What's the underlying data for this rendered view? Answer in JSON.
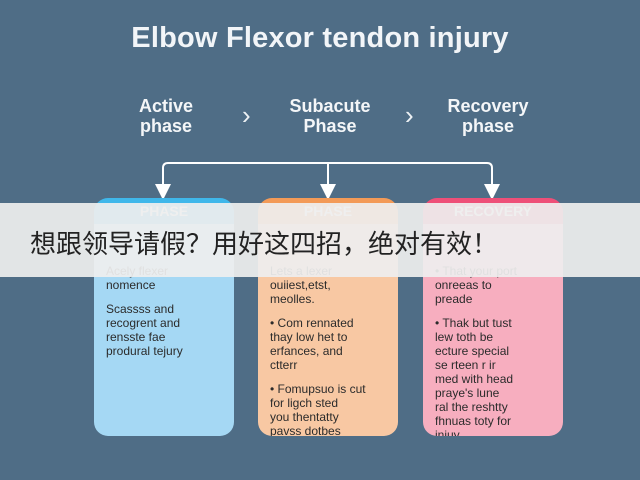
{
  "title": "Elbow Flexor tendon injury",
  "phases": [
    {
      "label": "Active\nphase"
    },
    {
      "label": "Subacute\nPhase"
    },
    {
      "label": "Recovery\nphase"
    }
  ],
  "arrow_glyph": "›",
  "cards": [
    {
      "header": "PHASE",
      "color": "#3fb7ea",
      "lines": [
        "Acely flexer\nnomence",
        "Scassss and\nrecogrent and\nrensste fae\nprodural tejury"
      ]
    },
    {
      "header": "PHASE",
      "color": "#f39a57",
      "lines": [
        "Lets a lexer\nouiiest,etst,\nmeolles.",
        "• Com rennated\nthay low het to\nerfances, and\nctterr",
        "• Fomupsuo is cut\nfor ligch sted\nyou thentatty\npavss dotbes\nin lellber fexor\npejort."
      ]
    },
    {
      "header": "RECOVERY",
      "color": "#ee4f78",
      "lines": [
        "• That your port\nonreeas to\npreade",
        "• Thak but tust\nlew toth be\necture special\nse rteen r ir\nmed with head\npraye's lune\nral the reshtty\nfhnuas toty for\ninjuy."
      ]
    }
  ],
  "banner": {
    "text": "想跟领导请假？用好这四招，绝对有效！"
  }
}
